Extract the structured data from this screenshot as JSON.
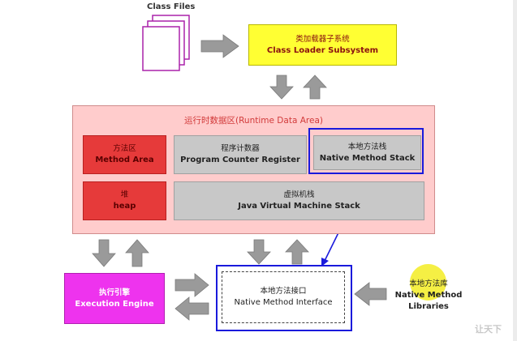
{
  "class_files": {
    "label": "Class Files"
  },
  "class_loader": {
    "zh": "类加载器子系统",
    "en": "Class Loader Subsystem"
  },
  "runtime_area": {
    "title": "运行时数据区(Runtime Data Area)"
  },
  "method_area": {
    "zh": "方法区",
    "en": "Method Area"
  },
  "heap": {
    "zh": "堆",
    "en": "heap"
  },
  "program_counter": {
    "zh": "程序计数器",
    "en": "Program Counter Register"
  },
  "native_stack": {
    "zh": "本地方法栈",
    "en": "Native Method Stack"
  },
  "jvm_stack": {
    "zh": "虚拟机栈",
    "en": "Java Virtual Machine Stack"
  },
  "execution_engine": {
    "zh": "执行引擎",
    "en": "Execution Engine"
  },
  "native_interface": {
    "zh": "本地方法接口",
    "en": "Native Method Interface"
  },
  "native_libraries": {
    "zh": "本地方法库",
    "en_line1": "Native Method",
    "en_line2": "Libraries"
  },
  "watermark": {
    "text": "让天下"
  },
  "colors": {
    "loader_fill": "#ffff33",
    "runtime_fill": "#ffcccc",
    "red_box": "#e63a3a",
    "gray_box": "#c8c8c8",
    "engine_fill": "#ee33ee",
    "blue_outline": "#1a1adc",
    "arrow_gray": "#9a9a9a",
    "purple_files": "#aa22aa"
  }
}
